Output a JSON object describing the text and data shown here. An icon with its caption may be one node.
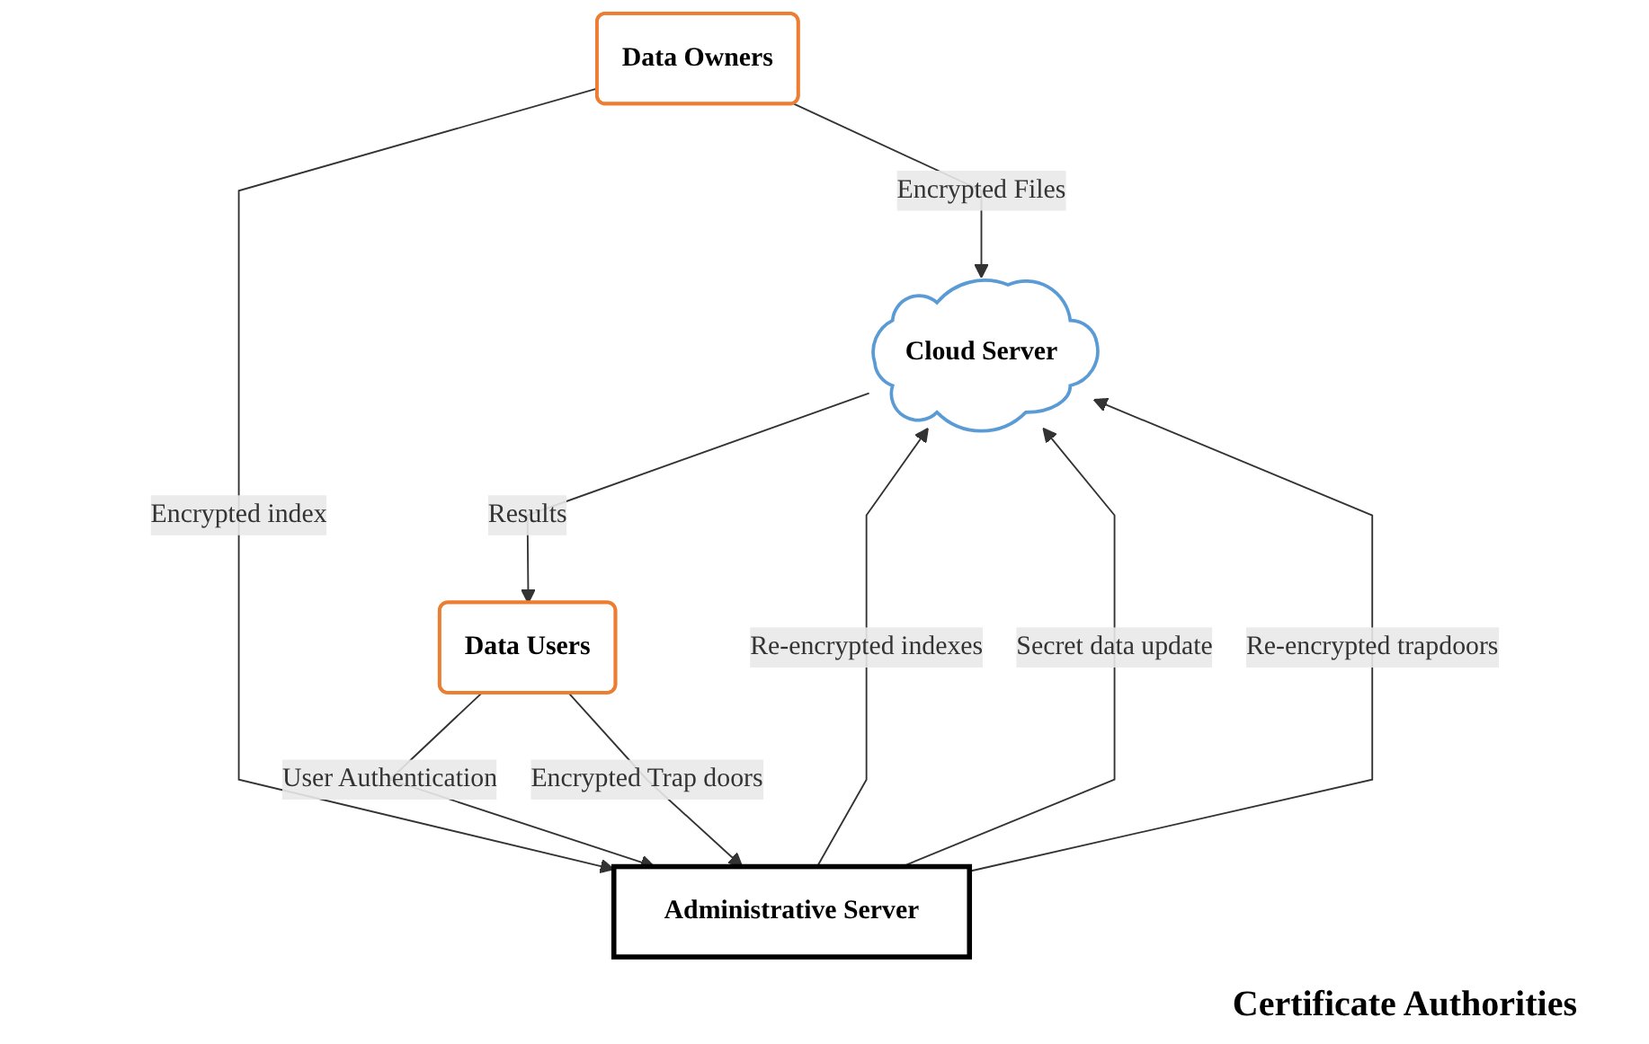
{
  "diagram": {
    "nodes": [
      {
        "text": [
          "Cloud Server"
        ]
      },
      {
        "text": [
          "Data Owners"
        ]
      },
      {
        "text": [
          "Data Users"
        ]
      },
      {
        "text": [
          "Administrative Server"
        ]
      }
    ],
    "edges": [
      {
        "from": 1,
        "to": 0,
        "arrow": "to",
        "label": "Encrypted Files"
      },
      {
        "from": 1,
        "to": 3,
        "arrow": "to",
        "label": "Encrypted index"
      },
      {
        "from": 3,
        "to": 0,
        "arrow": "to",
        "label": "Re-encrypted indexes"
      },
      {
        "from": 3,
        "to": 0,
        "arrow": "to",
        "label": "Secret data update"
      },
      {
        "from": 3,
        "to": 0,
        "arrow": "to",
        "label": "Re-encrypted trapdoors"
      },
      {
        "from": 0,
        "to": 2,
        "arrow": "to",
        "label": "Results"
      },
      {
        "from": 2,
        "to": 3,
        "arrow": "to",
        "label": "User Authentication"
      },
      {
        "from": 2,
        "to": 3,
        "arrow": "to",
        "label": "Encrypted Trap doors"
      }
    ],
    "labels": [
      "Certificate Authorities"
    ]
  }
}
